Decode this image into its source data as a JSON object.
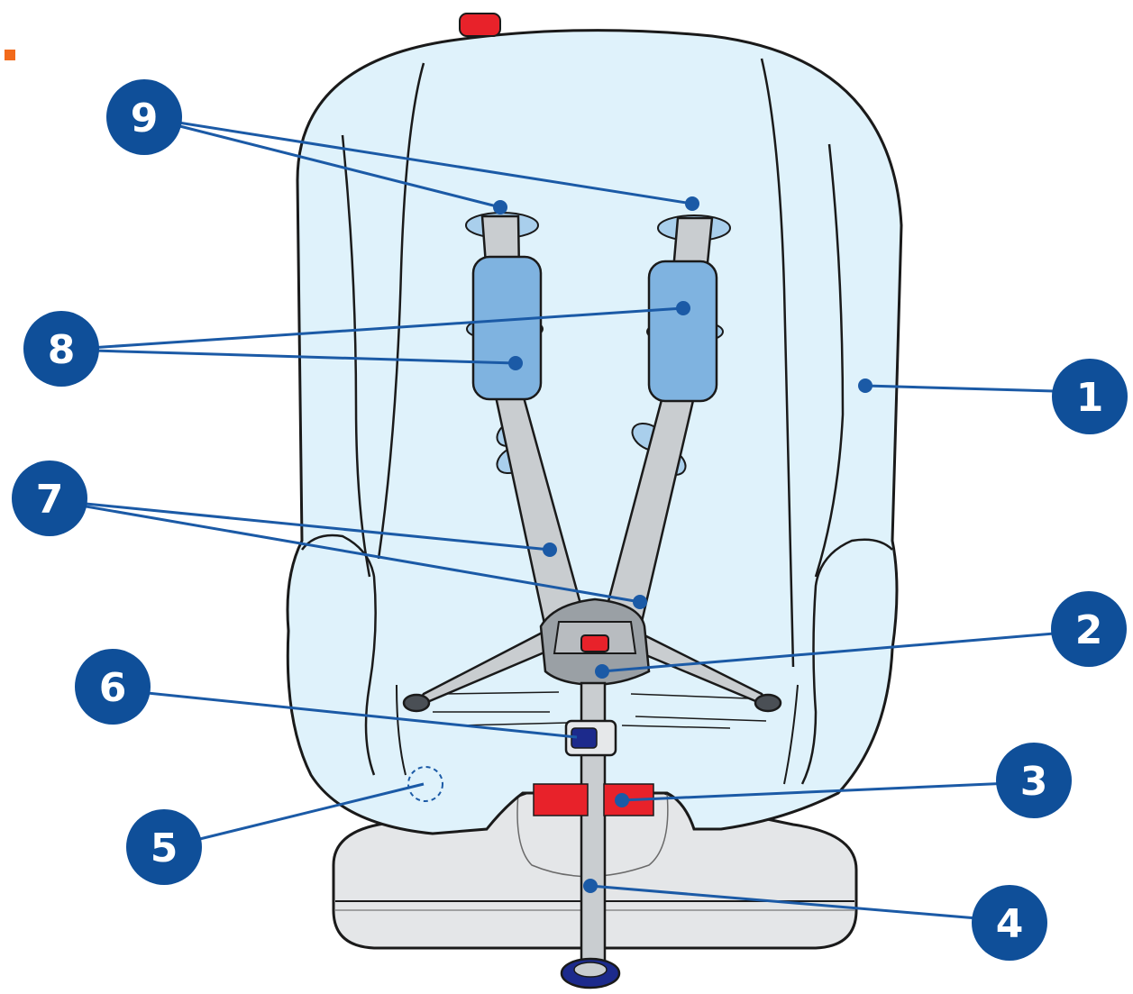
{
  "colors": {
    "callout_fill": "#0f4f99",
    "leader_line": "#1b5aa6",
    "seat_fill": "#dff2fb",
    "seat_outline": "#1a1a1a",
    "strap_fill": "#c9cdd0",
    "pad_fill": "#7fb3e0",
    "red_accent": "#e8222a",
    "base_fill": "#e4e6e8",
    "buckle_blue": "#1c2a8c",
    "corner_mark": "#f26a1b"
  },
  "callouts": [
    {
      "label": "1"
    },
    {
      "label": "2"
    },
    {
      "label": "3"
    },
    {
      "label": "4"
    },
    {
      "label": "5"
    },
    {
      "label": "6"
    },
    {
      "label": "7"
    },
    {
      "label": "8"
    },
    {
      "label": "9"
    }
  ]
}
